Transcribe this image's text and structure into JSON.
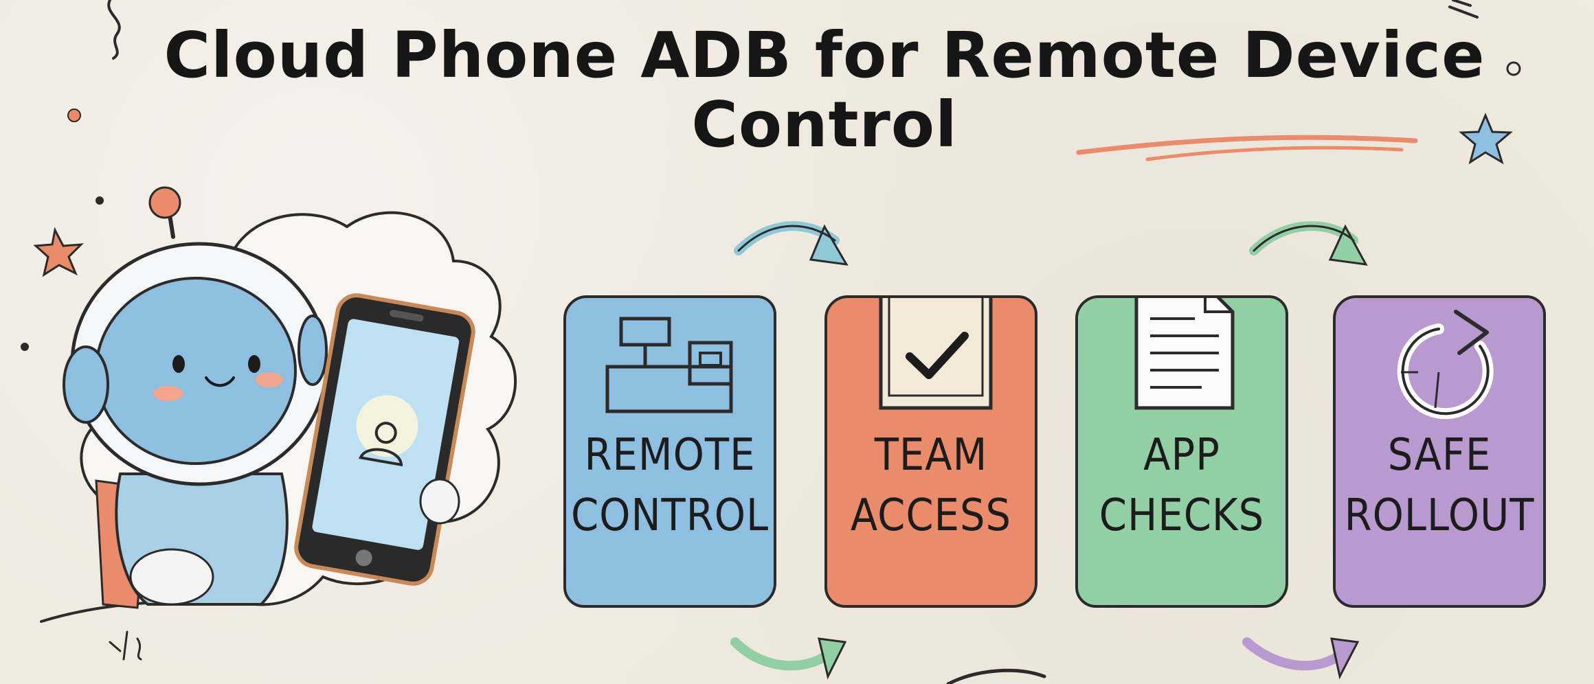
{
  "title": "Cloud Phone ADB for Remote Device Control",
  "cards": [
    {
      "line1": "REMOTE",
      "line2": "CONTROL",
      "icon": "monitor-keyboard-icon",
      "color": "#8fbfe0"
    },
    {
      "line1": "TEAM",
      "line2": "ACCESS",
      "icon": "checkbox-icon",
      "color": "#ea8b6b"
    },
    {
      "line1": "APP",
      "line2": "CHECKS",
      "icon": "document-icon",
      "color": "#93cfa4"
    },
    {
      "line1": "SAFE",
      "line2": "ROLLOUT",
      "icon": "refresh-icon",
      "color": "#b99ad0"
    }
  ],
  "colors": {
    "background": "#efe9df",
    "blue": "#8fbfe0",
    "orange": "#ea8b6b",
    "green": "#93cfa4",
    "purple": "#b99ad0",
    "ink": "#2b2b2b"
  }
}
